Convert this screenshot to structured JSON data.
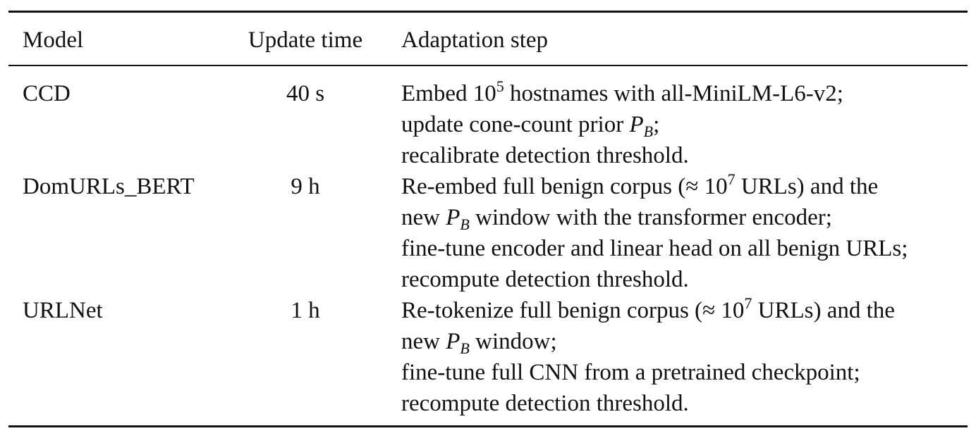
{
  "table": {
    "headers": {
      "model": "Model",
      "update_time": "Update time",
      "adaptation_step": "Adaptation step"
    },
    "rows": [
      {
        "model": "CCD",
        "update_time": "40 s",
        "steps": {
          "l1_a": "Embed 10",
          "l1_sup": "5",
          "l1_b": " hostnames with all-MiniLM-L6-v2;",
          "l2_a": "update cone-count prior ",
          "l2_P": "P",
          "l2_sub": "B",
          "l2_b": ";",
          "l3": "recalibrate detection threshold."
        }
      },
      {
        "model": "DomURLs_BERT",
        "update_time": "9 h",
        "steps": {
          "l1_a": "Re-embed full benign corpus (≈ 10",
          "l1_sup": "7",
          "l1_b": " URLs) and the",
          "l2_a": "new ",
          "l2_P": "P",
          "l2_sub": "B",
          "l2_b": " window with the transformer encoder;",
          "l3": "fine-tune encoder and linear head on all benign URLs;",
          "l4": "recompute detection threshold."
        }
      },
      {
        "model": "URLNet",
        "update_time": "1 h",
        "steps": {
          "l1_a": "Re-tokenize full benign corpus (≈ 10",
          "l1_sup": "7",
          "l1_b": " URLs) and the",
          "l2_a": "new ",
          "l2_P": "P",
          "l2_sub": "B",
          "l2_b": " window;",
          "l3": "fine-tune full CNN from a pretrained checkpoint;",
          "l4": "recompute detection threshold."
        }
      }
    ]
  }
}
